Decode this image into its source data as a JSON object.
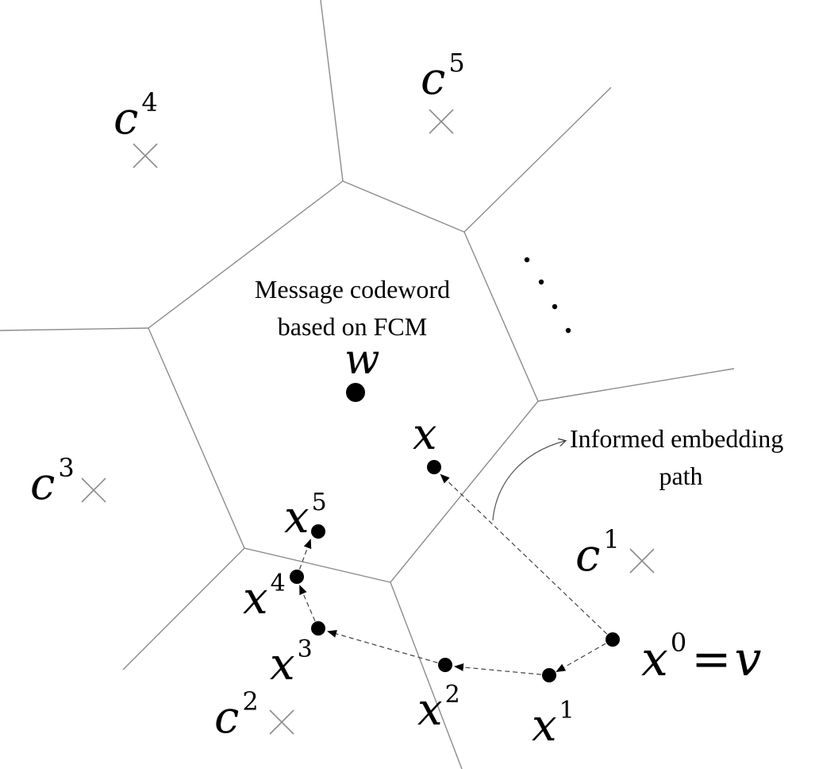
{
  "center_label": {
    "line1": "Message codeword",
    "line2": "based on FCM"
  },
  "path_label": {
    "line1": "Informed embedding",
    "line2": "path"
  },
  "symbols": {
    "w": "w",
    "x": "x",
    "c": "c",
    "v": "v",
    "equals": "="
  },
  "centroids": [
    {
      "name": "c1",
      "base": "c",
      "index": "1"
    },
    {
      "name": "c2",
      "base": "c",
      "index": "2"
    },
    {
      "name": "c3",
      "base": "c",
      "index": "3"
    },
    {
      "name": "c4",
      "base": "c",
      "index": "4"
    },
    {
      "name": "c5",
      "base": "c",
      "index": "5"
    }
  ],
  "path_points": [
    {
      "name": "x0",
      "base": "x",
      "index": "0"
    },
    {
      "name": "x1",
      "base": "x",
      "index": "1"
    },
    {
      "name": "x2",
      "base": "x",
      "index": "2"
    },
    {
      "name": "x3",
      "base": "x",
      "index": "3"
    },
    {
      "name": "x4",
      "base": "x",
      "index": "4"
    },
    {
      "name": "x5",
      "base": "x",
      "index": "5"
    }
  ],
  "ellipsis": "…",
  "colors": {
    "cell_edge": "#8c8c8c",
    "marker": "#000000",
    "cross": "#8c8c8c"
  }
}
